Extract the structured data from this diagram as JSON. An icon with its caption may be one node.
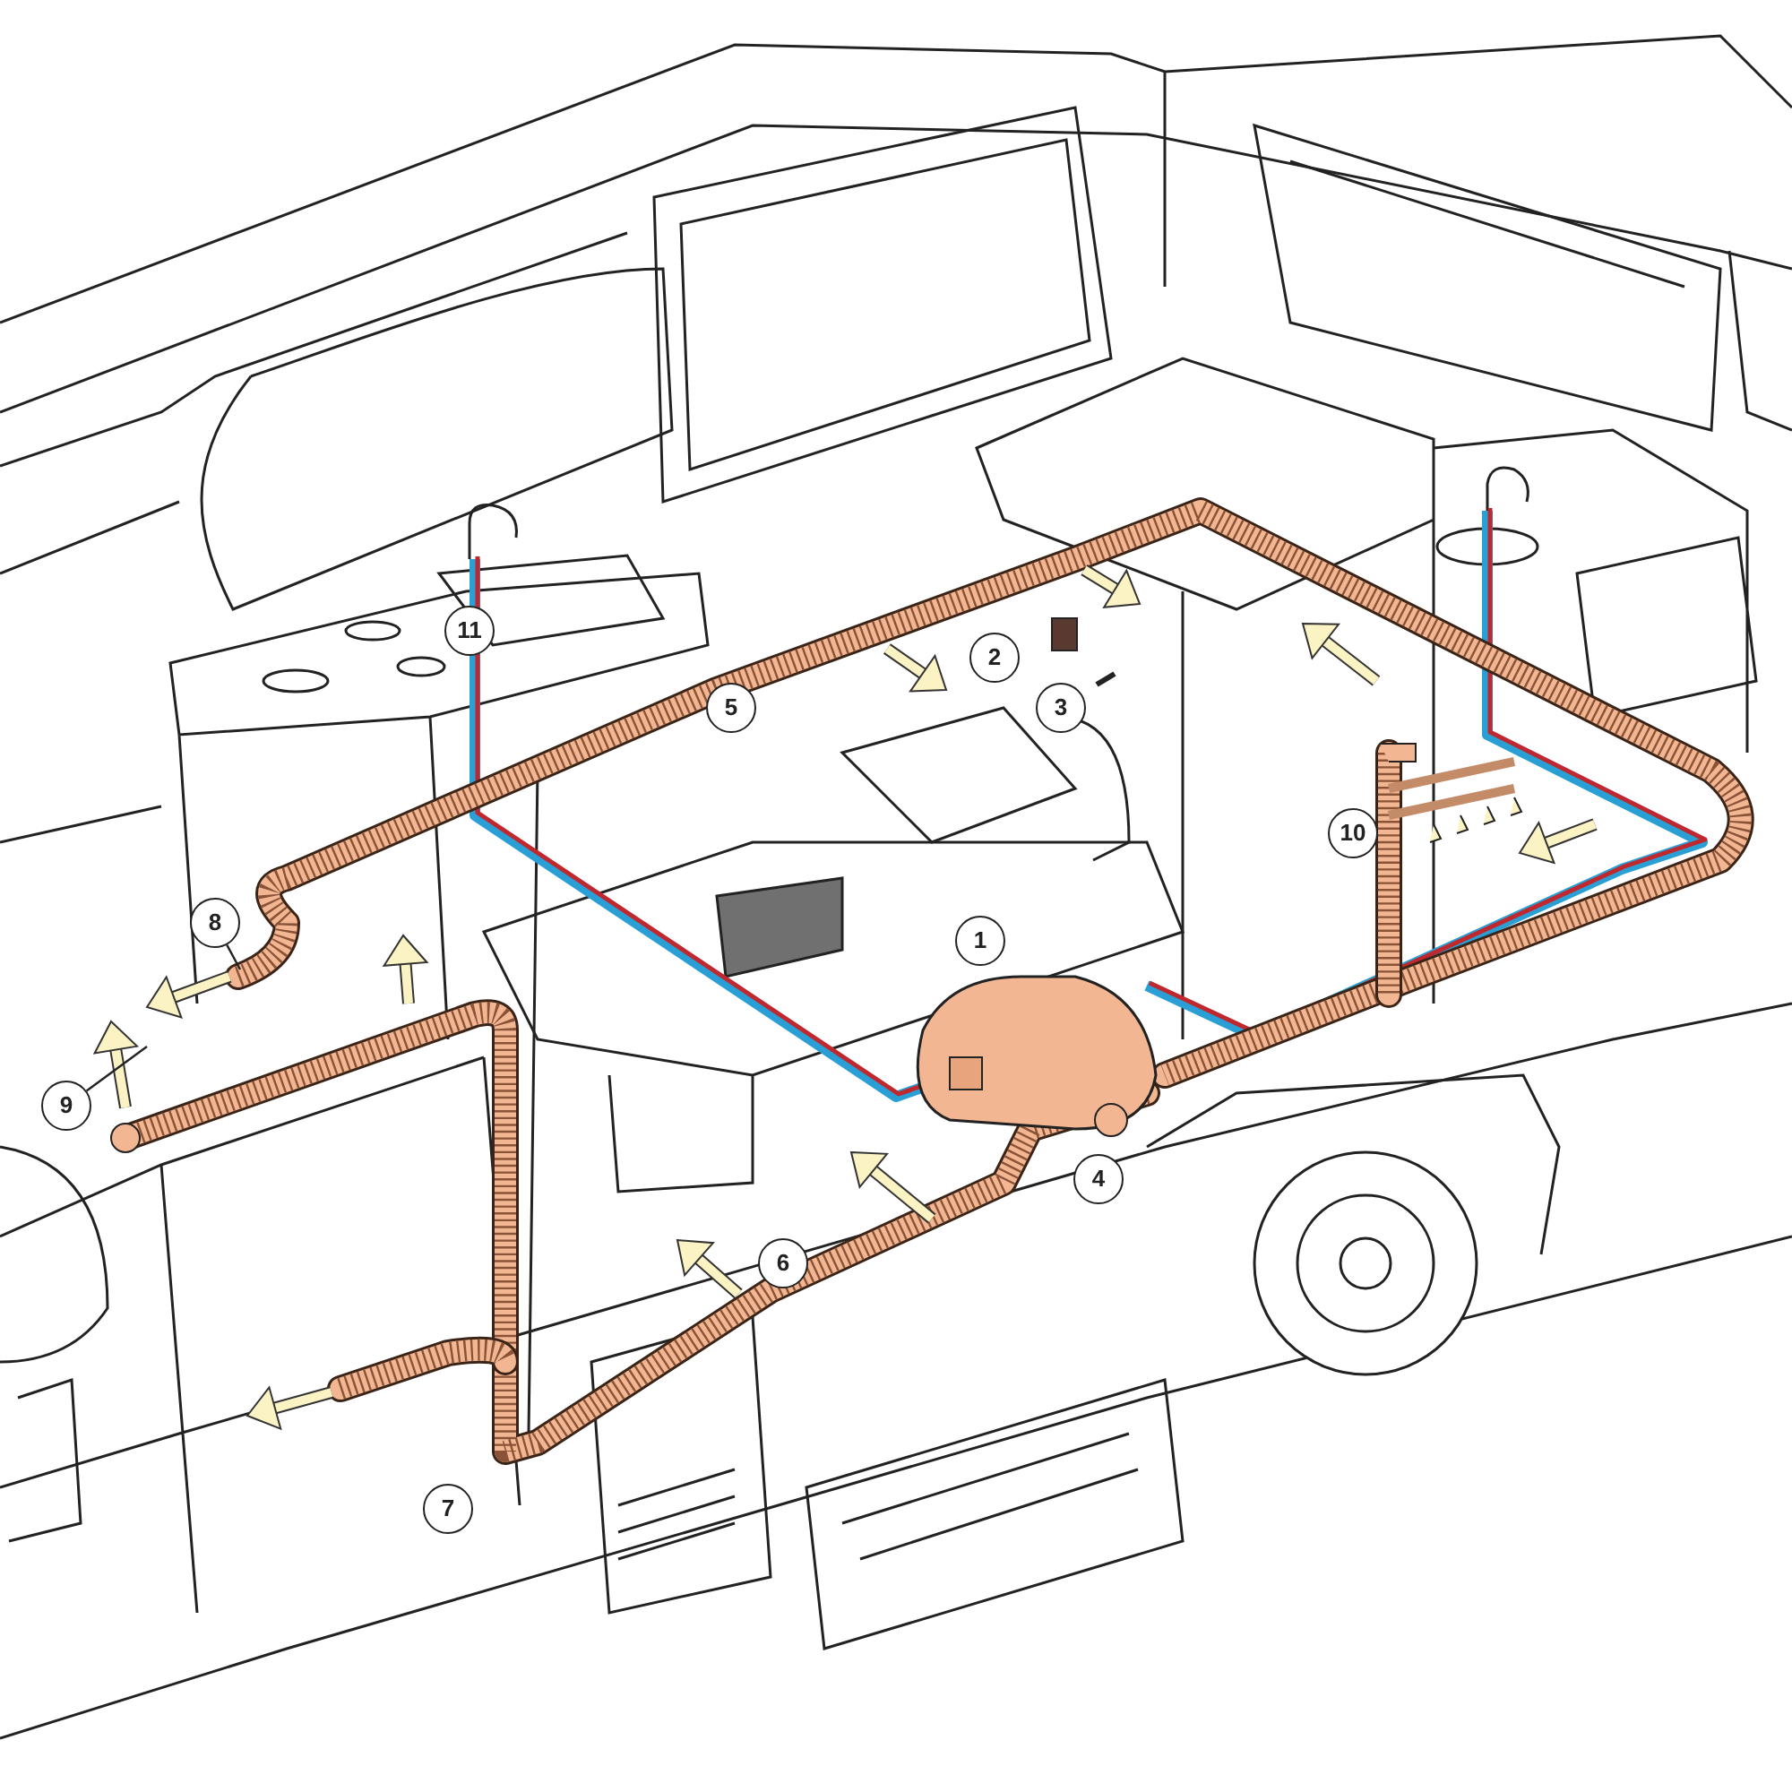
{
  "diagram": {
    "nodes": [
      {
        "text": [
          "11"
        ]
      },
      {
        "text": [
          "2"
        ]
      },
      {
        "text": [
          "5"
        ]
      },
      {
        "text": [
          "3"
        ]
      },
      {
        "text": [
          "10"
        ]
      },
      {
        "text": [
          "8"
        ]
      },
      {
        "text": [
          "1"
        ]
      },
      {
        "text": [
          "9"
        ]
      },
      {
        "text": [
          "4"
        ]
      },
      {
        "text": [
          "6"
        ]
      },
      {
        "text": [
          "7"
        ]
      }
    ],
    "edges": [
      {
        "from": 5,
        "to": null,
        "arrow": "none"
      },
      {
        "from": 7,
        "to": null,
        "arrow": "none"
      }
    ]
  }
}
